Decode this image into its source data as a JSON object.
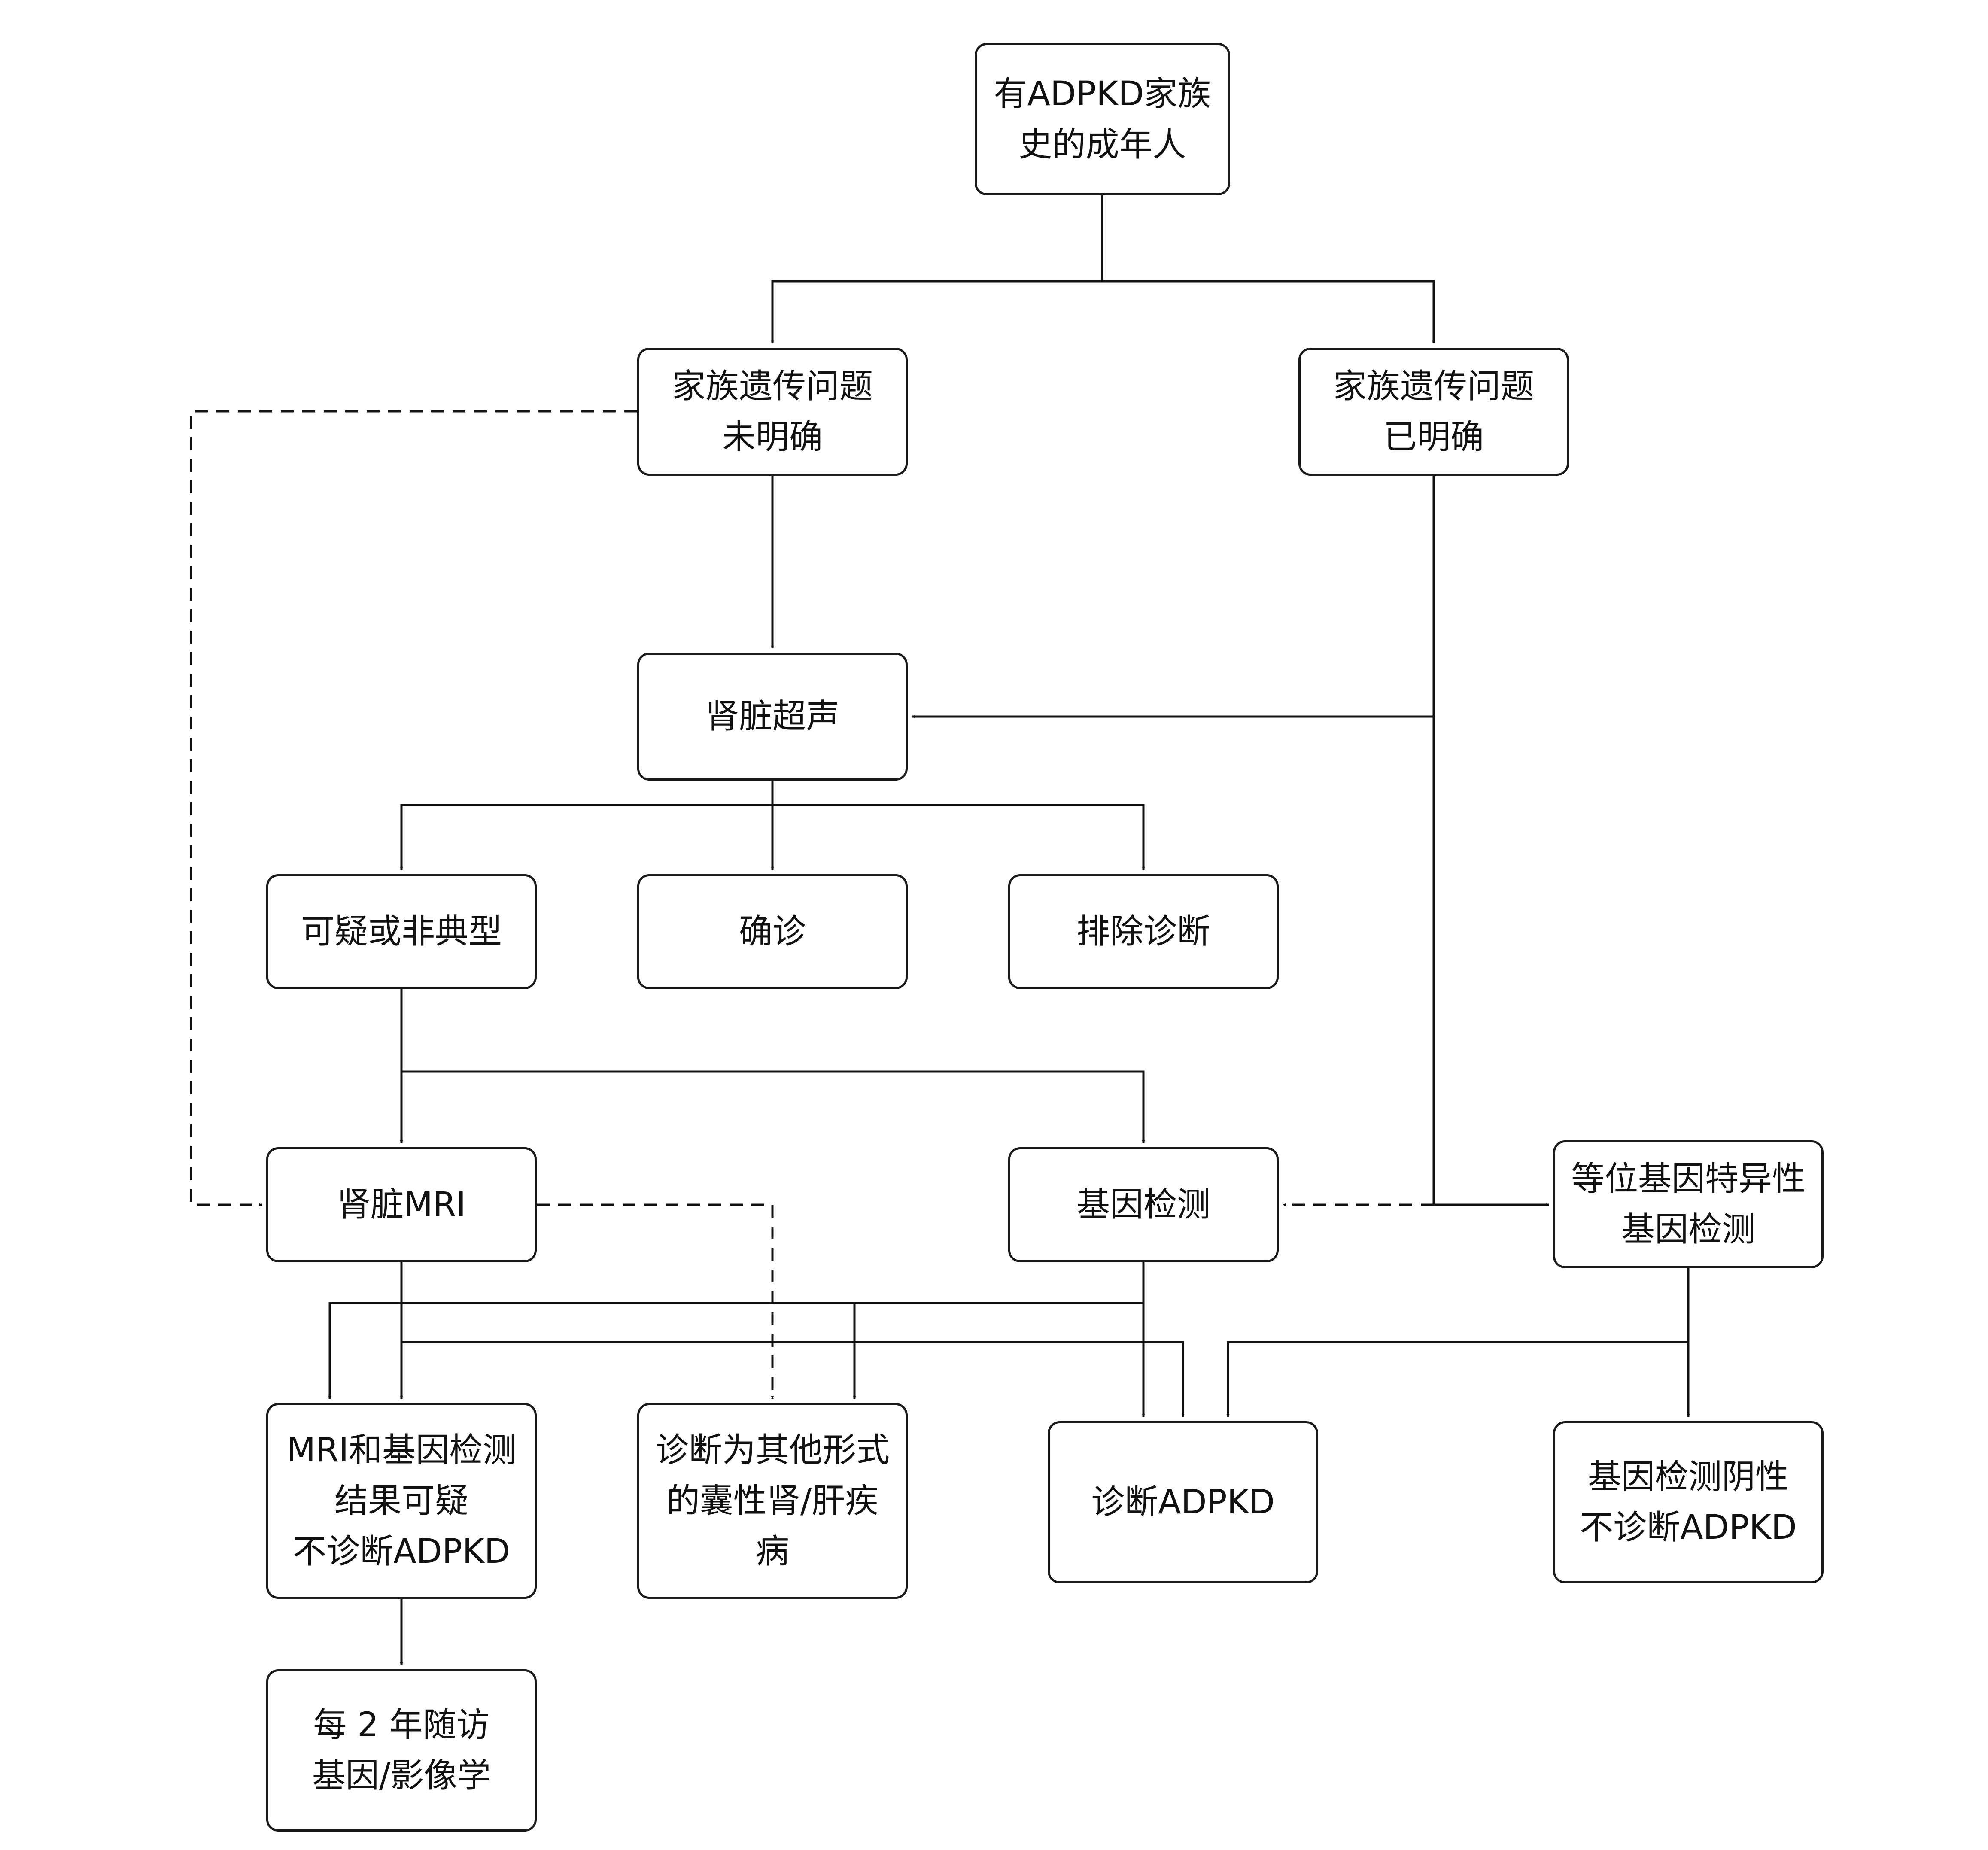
{
  "nodes": {
    "n_start": {
      "lines": [
        "有ADPKD家族",
        "史的成年人"
      ]
    },
    "n_unclear": {
      "lines": [
        "家族遗传问题",
        "未明确"
      ]
    },
    "n_clear": {
      "lines": [
        "家族遗传问题",
        "已明确"
      ]
    },
    "n_us": {
      "lines": [
        "肾脏超声"
      ]
    },
    "n_susp": {
      "lines": [
        "可疑或非典型"
      ]
    },
    "n_confirm": {
      "lines": [
        "确诊"
      ]
    },
    "n_exclude": {
      "lines": [
        "排除诊断"
      ]
    },
    "n_mri": {
      "lines": [
        "肾脏MRI"
      ]
    },
    "n_gene": {
      "lines": [
        "基因检测"
      ]
    },
    "n_allele": {
      "lines": [
        "等位基因特异性",
        "基因检测"
      ]
    },
    "n_inconcl": {
      "lines": [
        "MRI和基因检测",
        "结果可疑",
        "不诊断ADPKD"
      ]
    },
    "n_other": {
      "lines": [
        "诊断为其他形式",
        "的囊性肾/肝疾",
        "病"
      ]
    },
    "n_adpkd": {
      "lines": [
        "诊断ADPKD"
      ]
    },
    "n_neg": {
      "lines": [
        "基因检测阴性",
        "不诊断ADPKD"
      ]
    },
    "n_follow": {
      "lines": [
        "每 2 年随访",
        "基因/影像学"
      ]
    }
  },
  "edges": [
    {
      "from": "n_start",
      "to": "n_unclear",
      "style": "solid"
    },
    {
      "from": "n_start",
      "to": "n_clear",
      "style": "solid"
    },
    {
      "from": "n_unclear",
      "to": "n_us",
      "style": "solid"
    },
    {
      "from": "n_unclear",
      "to": "n_mri",
      "style": "dashed"
    },
    {
      "from": "n_clear",
      "to": "n_us",
      "style": "solid"
    },
    {
      "from": "n_clear",
      "to": "n_allele",
      "style": "solid"
    },
    {
      "from": "n_clear",
      "to": "n_gene",
      "style": "dashed"
    },
    {
      "from": "n_us",
      "to": "n_susp",
      "style": "solid"
    },
    {
      "from": "n_us",
      "to": "n_confirm",
      "style": "solid"
    },
    {
      "from": "n_us",
      "to": "n_exclude",
      "style": "solid"
    },
    {
      "from": "n_susp",
      "to": "n_mri",
      "style": "solid"
    },
    {
      "from": "n_susp",
      "to": "n_gene",
      "style": "solid"
    },
    {
      "from": "n_mri",
      "to": "n_inconcl",
      "style": "solid"
    },
    {
      "from": "n_mri",
      "to": "n_adpkd",
      "style": "solid"
    },
    {
      "from": "n_mri",
      "to": "n_other",
      "style": "dashed"
    },
    {
      "from": "n_gene",
      "to": "n_inconcl",
      "style": "solid"
    },
    {
      "from": "n_gene",
      "to": "n_other",
      "style": "solid"
    },
    {
      "from": "n_gene",
      "to": "n_adpkd",
      "style": "solid"
    },
    {
      "from": "n_allele",
      "to": "n_adpkd",
      "style": "solid"
    },
    {
      "from": "n_allele",
      "to": "n_neg",
      "style": "solid"
    },
    {
      "from": "n_inconcl",
      "to": "n_follow",
      "style": "solid"
    }
  ]
}
